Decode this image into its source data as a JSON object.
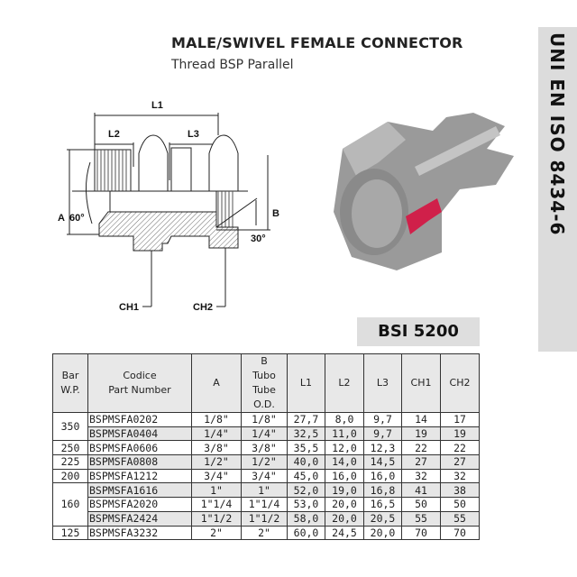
{
  "header": {
    "title": "MALE/SWIVEL FEMALE CONNECTOR",
    "subtitle": "Thread BSP Parallel"
  },
  "standard": "UNI EN ISO 8434-6",
  "badge": "BSI 5200",
  "drawing": {
    "labels": {
      "l1": "L1",
      "l2": "L2",
      "l3": "L3",
      "a": "A",
      "b": "B",
      "angle60": "60°",
      "angle30": "30°",
      "ch1": "CH1",
      "ch2": "CH2"
    }
  },
  "colors": {
    "seal": "#d0204a",
    "band": "#dcdcdc"
  },
  "table": {
    "headers": {
      "bar": [
        "Bar",
        "W.P."
      ],
      "codice": [
        "Codice",
        "Part Number"
      ],
      "a": "A",
      "b": [
        "B",
        "Tubo",
        "Tube",
        "O.D."
      ],
      "l1": "L1",
      "l2": "L2",
      "l3": "L3",
      "ch1": "CH1",
      "ch2": "CH2"
    },
    "groups": [
      {
        "bar": "350",
        "rows": [
          {
            "code": "BSPMSFA0202",
            "a": "1/8\"",
            "b": "1/8\"",
            "l1": "27,7",
            "l2": "8,0",
            "l3": "9,7",
            "ch1": "14",
            "ch2": "17"
          },
          {
            "code": "BSPMSFA0404",
            "a": "1/4\"",
            "b": "1/4\"",
            "l1": "32,5",
            "l2": "11,0",
            "l3": "9,7",
            "ch1": "19",
            "ch2": "19"
          }
        ]
      },
      {
        "bar": "250",
        "rows": [
          {
            "code": "BSPMSFA0606",
            "a": "3/8\"",
            "b": "3/8\"",
            "l1": "35,5",
            "l2": "12,0",
            "l3": "12,3",
            "ch1": "22",
            "ch2": "22"
          }
        ]
      },
      {
        "bar": "225",
        "rows": [
          {
            "code": "BSPMSFA0808",
            "a": "1/2\"",
            "b": "1/2\"",
            "l1": "40,0",
            "l2": "14,0",
            "l3": "14,5",
            "ch1": "27",
            "ch2": "27"
          }
        ]
      },
      {
        "bar": "200",
        "rows": [
          {
            "code": "BSPMSFA1212",
            "a": "3/4\"",
            "b": "3/4\"",
            "l1": "45,0",
            "l2": "16,0",
            "l3": "16,0",
            "ch1": "32",
            "ch2": "32"
          }
        ]
      },
      {
        "bar": "160",
        "rows": [
          {
            "code": "BSPMSFA1616",
            "a": "1\"",
            "b": "1\"",
            "l1": "52,0",
            "l2": "19,0",
            "l3": "16,8",
            "ch1": "41",
            "ch2": "38"
          },
          {
            "code": "BSPMSFA2020",
            "a": "1\"1/4",
            "b": "1\"1/4",
            "l1": "53,0",
            "l2": "20,0",
            "l3": "16,5",
            "ch1": "50",
            "ch2": "50"
          },
          {
            "code": "BSPMSFA2424",
            "a": "1\"1/2",
            "b": "1\"1/2",
            "l1": "58,0",
            "l2": "20,0",
            "l3": "20,5",
            "ch1": "55",
            "ch2": "55"
          }
        ]
      },
      {
        "bar": "125",
        "rows": [
          {
            "code": "BSPMSFA3232",
            "a": "2\"",
            "b": "2\"",
            "l1": "60,0",
            "l2": "24,5",
            "l3": "20,0",
            "ch1": "70",
            "ch2": "70"
          }
        ]
      }
    ]
  }
}
